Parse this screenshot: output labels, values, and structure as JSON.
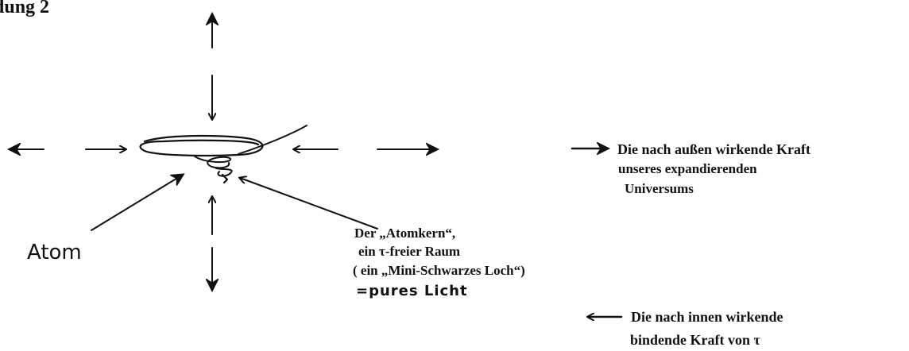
{
  "heading_fragment": "dung 2",
  "labels": {
    "atom": "Atom",
    "nucleus_line1": "Der „Atomkern“,",
    "nucleus_line2": "ein τ-freier Raum",
    "nucleus_line3": "( ein „Mini-Schwarzes Loch“)",
    "nucleus_line4": "=pures Licht"
  },
  "legend": {
    "outward_line1": "Die nach außen wirkende Kraft",
    "outward_line2": "unseres expandierenden",
    "outward_line3": "Universums",
    "inward_line1": "Die nach innen wirkende",
    "inward_line2": "bindende Kraft von τ"
  }
}
